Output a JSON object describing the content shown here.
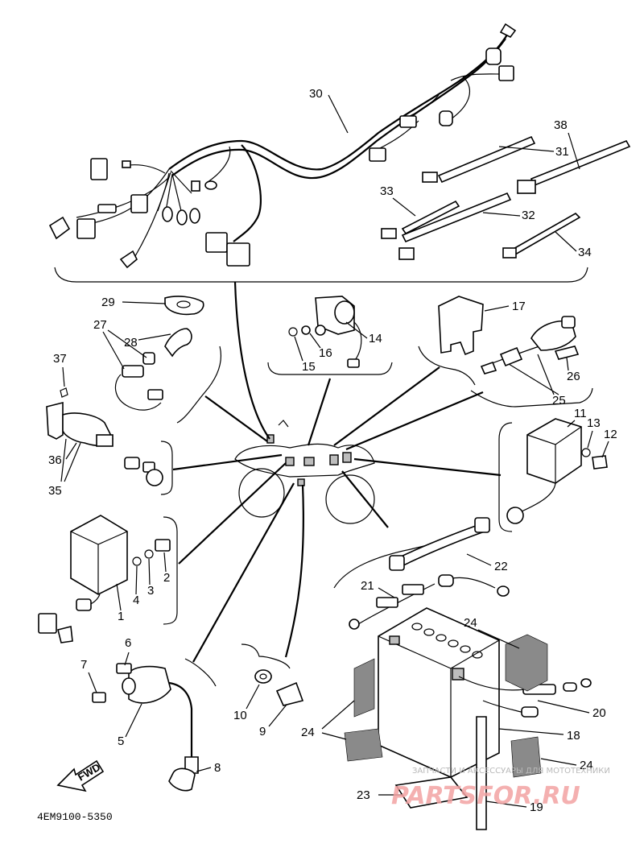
{
  "diagram": {
    "drawing_code": "4EM9100-5350",
    "fwd_label": "FWD",
    "watermark": {
      "tagline": "ЗАПЧАСТИ И АКСЕССУАРЫ ДЛЯ МОТОТЕХНИКИ",
      "logo": "PARTSFOR.RU"
    },
    "callouts": {
      "c1": "1",
      "c2": "2",
      "c3": "3",
      "c4": "4",
      "c5": "5",
      "c6": "6",
      "c7": "7",
      "c8": "8",
      "c9": "9",
      "c10": "10",
      "c11": "11",
      "c12": "12",
      "c13": "13",
      "c14": "14",
      "c15": "15",
      "c16": "16",
      "c17": "17",
      "c18": "18",
      "c19": "19",
      "c20": "20",
      "c21": "21",
      "c22": "22",
      "c23": "23",
      "c24a": "24",
      "c24b": "24",
      "c24c": "24",
      "c25": "25",
      "c26": "26",
      "c27": "27",
      "c28": "28",
      "c29": "29",
      "c30": "30",
      "c31": "31",
      "c32": "32",
      "c33": "33",
      "c34": "34",
      "c35": "35",
      "c36": "36",
      "c37": "37",
      "c38": "38"
    }
  }
}
